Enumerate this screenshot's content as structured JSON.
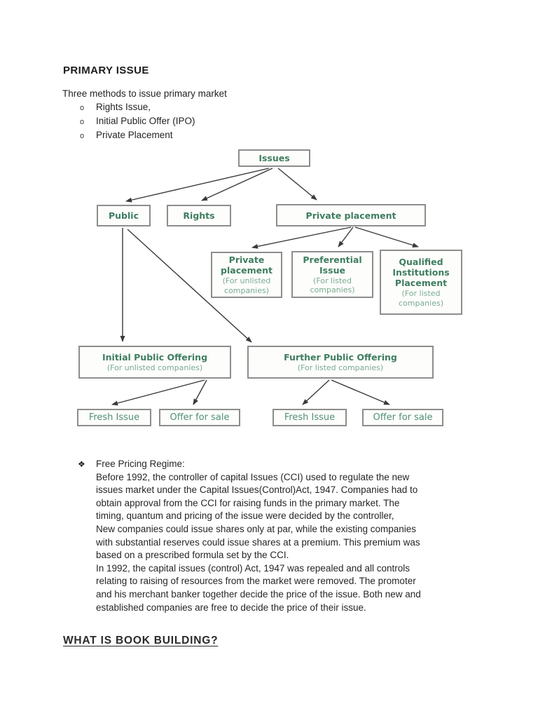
{
  "colors": {
    "node_title_green": "#3e7d60",
    "node_sub_green": "#7aab91",
    "box_border_gray": "#8d8d8d",
    "arrow_gray": "#3a3a3a",
    "body_text": "#262626"
  },
  "header": {
    "title": "PRIMARY ISSUE"
  },
  "intro": {
    "text": "Three methods to issue primary market",
    "bullet": "o",
    "items": [
      "Rights Issue,",
      "Initial Public Offer (IPO)",
      "Private Placement"
    ]
  },
  "diagram": {
    "nodes": {
      "issues": {
        "label": "Issues"
      },
      "public": {
        "label": "Public"
      },
      "rights": {
        "label": "Rights"
      },
      "private_placement": {
        "label": "Private placement"
      },
      "pp_unlisted": {
        "label": "Private\nplacement",
        "sub": "(For unlisted\ncompanies)"
      },
      "preferential": {
        "label": "Preferential\nIssue",
        "sub": "(For listed\ncompanies)"
      },
      "qip": {
        "label": "Qualified\nInstitutions\nPlacement",
        "sub": "(For listed\ncompanies)"
      },
      "ipo": {
        "label": "Initial Public Offering",
        "sub": "(For unlisted companies)"
      },
      "fpo": {
        "label": "Further Public Offering",
        "sub": "(For listed companies)"
      },
      "fresh_issue_left": {
        "label": "Fresh Issue"
      },
      "offer_for_sale_left": {
        "label": "Offer for sale"
      },
      "fresh_issue_right": {
        "label": "Fresh Issue"
      },
      "offer_for_sale_right": {
        "label": "Offer for sale"
      }
    }
  },
  "free_pricing": {
    "bullet": "❖",
    "heading": "Free Pricing Regime:",
    "paragraph": "Before 1992, the controller of capital Issues (CCI) used to regulate the new\nissues market under the Capital Issues(Control)Act, 1947. Companies had to\nobtain approval from the CCI for raising funds in the primary market. The\ntiming, quantum and pricing of the issue were decided by the controller,\nNew companies could issue shares only at par, while the existing companies\nwith substantial reserves could issue shares at a premium. This premium was\nbased on a prescribed formula set by the CCI.\nIn 1992, the capital issues (control) Act, 1947 was repealed and all controls\nrelating to raising of resources from the market were removed. The promoter\nand his merchant banker together decide the price of the issue. Both new and\nestablished companies are free to decide the price of their issue."
  },
  "footer": {
    "heading": "WHAT IS BOOK BUILDING?"
  }
}
